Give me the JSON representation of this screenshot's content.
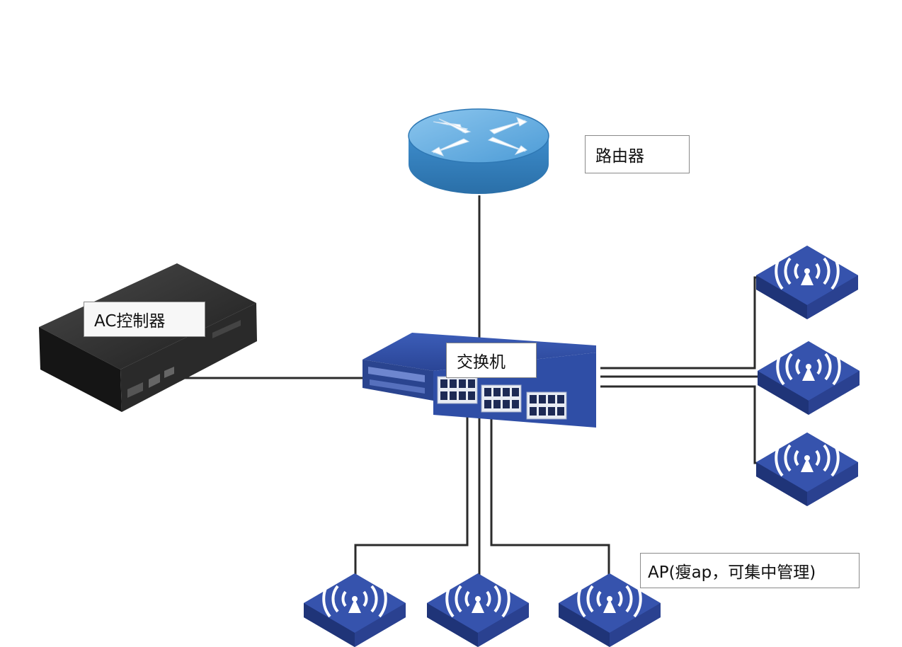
{
  "labels": {
    "router": "路由器",
    "ac_controller": "AC控制器",
    "switch": "交换机",
    "ap": "AP(瘦ap，可集中管理)"
  },
  "icons": {
    "router": "router-icon",
    "ac_controller": "ac-controller-icon",
    "switch": "switch-icon",
    "access_point": "wireless-access-point-icon"
  },
  "colors": {
    "line": "#2b2b2b",
    "router_blue": "#3a88c2",
    "switch_blue": "#2f4ea6",
    "ap_blue": "#2e4aa0",
    "controller_dark": "#2e2e2e"
  }
}
